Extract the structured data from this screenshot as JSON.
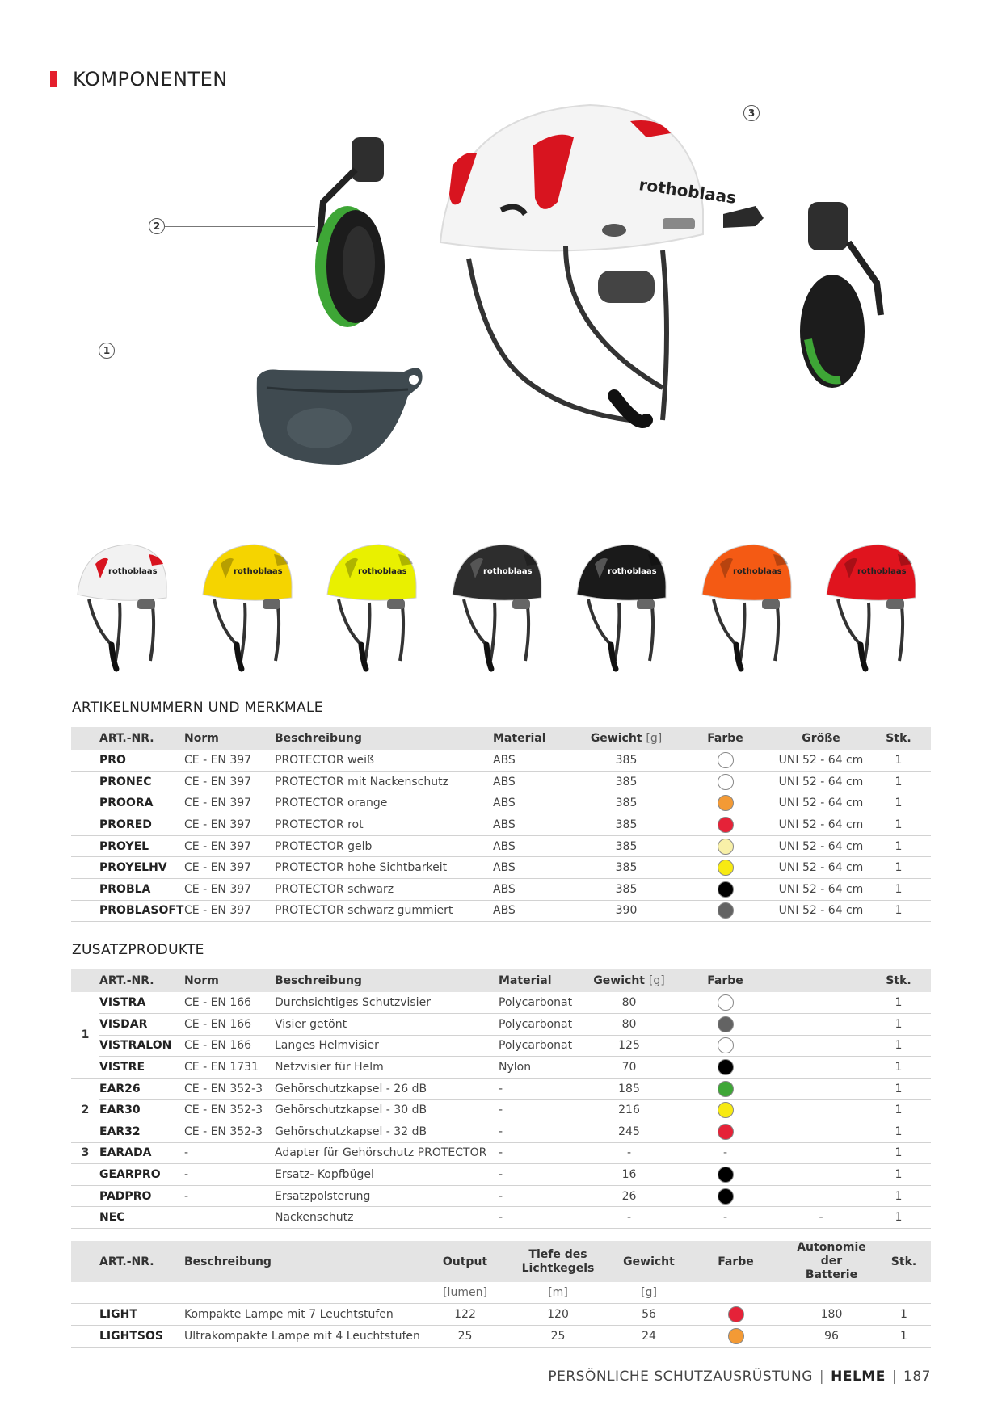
{
  "title": "KOMPONENTEN",
  "callouts": [
    "1",
    "2",
    "3"
  ],
  "brand": "rothoblaas",
  "variant_colors": [
    "#f2f2f2",
    "#f5d400",
    "#e9f000",
    "#2d2d2d",
    "#1a1a1a",
    "#f45a14",
    "#e0141e"
  ],
  "section1": {
    "heading": "ARTIKELNUMMERN UND MERKMALE",
    "headers": {
      "art": "ART.-NR.",
      "norm": "Norm",
      "desc": "Beschreibung",
      "material": "Material",
      "weight": "Gewicht",
      "weight_unit": "[g]",
      "color": "Farbe",
      "size": "Größe",
      "qty": "Stk."
    },
    "rows": [
      {
        "art": "PRO",
        "norm": "CE - EN 397",
        "desc": "PROTECTOR weiß",
        "material": "ABS",
        "weight": "385",
        "color": "#ffffff",
        "size": "UNI 52 - 64 cm",
        "qty": "1"
      },
      {
        "art": "PRONEC",
        "norm": "CE - EN 397",
        "desc": "PROTECTOR mit Nackenschutz",
        "material": "ABS",
        "weight": "385",
        "color": "#ffffff",
        "size": "UNI 52 - 64 cm",
        "qty": "1"
      },
      {
        "art": "PROORA",
        "norm": "CE - EN 397",
        "desc": "PROTECTOR orange",
        "material": "ABS",
        "weight": "385",
        "color": "#f39a35",
        "size": "UNI 52 - 64 cm",
        "qty": "1"
      },
      {
        "art": "PRORED",
        "norm": "CE - EN 397",
        "desc": "PROTECTOR rot",
        "material": "ABS",
        "weight": "385",
        "color": "#e52238",
        "size": "UNI 52 - 64 cm",
        "qty": "1"
      },
      {
        "art": "PROYEL",
        "norm": "CE - EN 397",
        "desc": "PROTECTOR gelb",
        "material": "ABS",
        "weight": "385",
        "color": "#f8f0a8",
        "size": "UNI 52 - 64 cm",
        "qty": "1"
      },
      {
        "art": "PROYELHV",
        "norm": "CE - EN 397",
        "desc": "PROTECTOR hohe Sichtbarkeit",
        "material": "ABS",
        "weight": "385",
        "color": "#f7ea12",
        "size": "UNI 52 - 64 cm",
        "qty": "1"
      },
      {
        "art": "PROBLA",
        "norm": "CE - EN 397",
        "desc": "PROTECTOR schwarz",
        "material": "ABS",
        "weight": "385",
        "color": "#000000",
        "size": "UNI 52 - 64 cm",
        "qty": "1"
      },
      {
        "art": "PROBLASOFT",
        "norm": "CE - EN 397",
        "desc": "PROTECTOR schwarz gummiert",
        "material": "ABS",
        "weight": "390",
        "color": "#636363",
        "size": "UNI 52 - 64 cm",
        "qty": "1"
      }
    ]
  },
  "section2": {
    "heading": "ZUSATZPRODUKTE",
    "headers": {
      "art": "ART.-NR.",
      "norm": "Norm",
      "desc": "Beschreibung",
      "material": "Material",
      "weight": "Gewicht",
      "weight_unit": "[g]",
      "color": "Farbe",
      "qty": "Stk."
    },
    "groups": {
      "g1": "1",
      "g2": "2",
      "g3": "3"
    },
    "rows": [
      {
        "art": "VISTRA",
        "norm": "CE - EN 166",
        "desc": "Durchsichtiges Schutzvisier",
        "material": "Polycarbonat",
        "weight": "80",
        "color": "#ffffff",
        "size": "",
        "qty": "1"
      },
      {
        "art": "VISDAR",
        "norm": "CE - EN 166",
        "desc": "Visier getönt",
        "material": "Polycarbonat",
        "weight": "80",
        "color": "#636363",
        "size": "",
        "qty": "1"
      },
      {
        "art": "VISTRALON",
        "norm": "CE - EN 166",
        "desc": "Langes Helmvisier",
        "material": "Polycarbonat",
        "weight": "125",
        "color": "#ffffff",
        "size": "",
        "qty": "1"
      },
      {
        "art": "VISTRE",
        "norm": "CE - EN 1731",
        "desc": "Netzvisier für Helm",
        "material": "Nylon",
        "weight": "70",
        "color": "#000000",
        "size": "",
        "qty": "1"
      },
      {
        "art": "EAR26",
        "norm": "CE - EN 352-3",
        "desc": "Gehörschutzkapsel - 26 dB",
        "material": "-",
        "weight": "185",
        "color": "#3ea636",
        "size": "",
        "qty": "1"
      },
      {
        "art": "EAR30",
        "norm": "CE - EN 352-3",
        "desc": "Gehörschutzkapsel - 30 dB",
        "material": "-",
        "weight": "216",
        "color": "#f7ea12",
        "size": "",
        "qty": "1"
      },
      {
        "art": "EAR32",
        "norm": "CE - EN 352-3",
        "desc": "Gehörschutzkapsel - 32 dB",
        "material": "-",
        "weight": "245",
        "color": "#e52238",
        "size": "",
        "qty": "1"
      },
      {
        "art": "EARADA",
        "norm": "-",
        "desc": "Adapter für Gehörschutz PROTECTOR",
        "material": "-",
        "weight": "-",
        "color": "-",
        "size": "",
        "qty": "1"
      },
      {
        "art": "GEARPRO",
        "norm": "-",
        "desc": "Ersatz- Kopfbügel",
        "material": "-",
        "weight": "16",
        "color": "#000000",
        "size": "",
        "qty": "1"
      },
      {
        "art": "PADPRO",
        "norm": "-",
        "desc": "Ersatzpolsterung",
        "material": "-",
        "weight": "26",
        "color": "#000000",
        "size": "",
        "qty": "1"
      },
      {
        "art": "NEC",
        "norm": "",
        "desc": "Nackenschutz",
        "material": "-",
        "weight": "-",
        "color": "-",
        "size": "-",
        "qty": "1"
      }
    ]
  },
  "section3": {
    "headers": {
      "art": "ART.-NR.",
      "desc": "Beschreibung",
      "output": "Output",
      "output_unit": "[lumen]",
      "depth_l1": "Tiefe des",
      "depth_l2": "Lichtkegels",
      "depth_unit": "[m]",
      "weight": "Gewicht",
      "weight_unit": "[g]",
      "color": "Farbe",
      "battery_l1": "Autonomie der",
      "battery_l2": "Batterie",
      "qty": "Stk."
    },
    "rows": [
      {
        "art": "LIGHT",
        "desc": "Kompakte Lampe mit 7 Leuchtstufen",
        "output": "122",
        "depth": "120",
        "weight": "56",
        "color": "#e52238",
        "battery": "180",
        "qty": "1"
      },
      {
        "art": "LIGHTSOS",
        "desc": "Ultrakompakte Lampe mit 4 Leuchtstufen",
        "output": "25",
        "depth": "25",
        "weight": "24",
        "color": "#f39a35",
        "battery": "96",
        "qty": "1"
      }
    ]
  },
  "footer": {
    "category": "PERSÖNLICHE SCHUTZAUSRÜSTUNG",
    "separator": "|",
    "section": "HELME",
    "page": "187"
  }
}
